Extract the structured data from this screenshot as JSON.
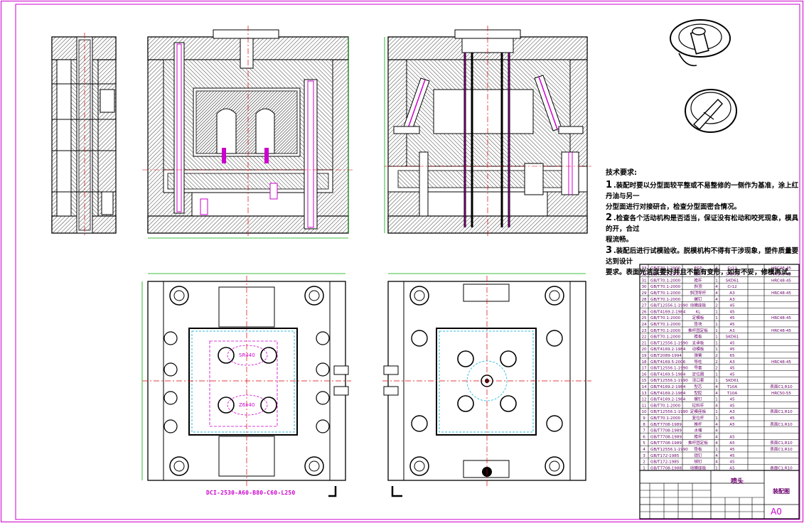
{
  "drawing": {
    "tech_title": "技术要求:",
    "notes": [
      {
        "num": "1",
        "text": ".装配时要以分型面较平整或不易整修的一侧作为基准，涂上红丹油与另一",
        "text2": "分型面进行对接研合，检查分型面密合情况。"
      },
      {
        "num": "2",
        "text": ".检查各个活动机构是否适当，保证没有松动和咬死现象，模具的开，合过",
        "text2": "程流畅。"
      },
      {
        "num": "3",
        "text": ".装配后进行试模验收。脱模机构不得有干涉现象，塑件质量要达到设计",
        "text2": "要求。表面光洁度要好并且不能有变形，如有不妥，修模再试。"
      }
    ],
    "mold_base_spec": "DCI-2530-A60-B80-C60-L250",
    "dim_labels": [
      "SR440",
      "Z6x40"
    ],
    "sheet_size": "A0",
    "drawing_name": "装配图",
    "part_name": "喷头"
  },
  "bom": {
    "rows": [
      {
        "no": "33",
        "std": "GB/T70.1-2000",
        "name": "EGP",
        "qty": "4",
        "mat": "Cr12",
        "note": "HRC48-45"
      },
      {
        "no": "32",
        "std": "GB/T70.1-2000",
        "name": "推杆",
        "qty": "1",
        "mat": "SKD61",
        "note": "HRC48-45"
      },
      {
        "no": "31",
        "std": "GB/T70.1-2000",
        "name": "推杆",
        "qty": "1",
        "mat": "SKD61",
        "note": "HRC48-45"
      },
      {
        "no": "30",
        "std": "GB/T70.1-2000",
        "name": "斜顶",
        "qty": "4",
        "mat": "Cr12",
        "note": ""
      },
      {
        "no": "29",
        "std": "GB/T70.1-2000",
        "name": "斜顶导杆",
        "qty": "4",
        "mat": "A3",
        "note": "HRC48-45"
      },
      {
        "no": "28",
        "std": "GB/T70.1-2000",
        "name": "螺钉",
        "qty": "4",
        "mat": "A3",
        "note": ""
      },
      {
        "no": "27",
        "std": "GB/T12556.1-1990",
        "name": "动模座板",
        "qty": "2",
        "mat": "45",
        "note": ""
      },
      {
        "no": "26",
        "std": "GB/T4169.2-1984",
        "name": "KL",
        "qty": "1",
        "mat": "45",
        "note": ""
      },
      {
        "no": "25",
        "std": "GB/T70.1-2000",
        "name": "定模板",
        "qty": "1",
        "mat": "45",
        "note": "HRC48-45"
      },
      {
        "no": "24",
        "std": "GB/T70.1-2000",
        "name": "垫块",
        "qty": "1",
        "mat": "45",
        "note": ""
      },
      {
        "no": "23",
        "std": "GB/T70.1-2000",
        "name": "推杆固定板",
        "qty": "1",
        "mat": "A3",
        "note": "HRC48-45"
      },
      {
        "no": "22",
        "std": "GB/T70.1-2000",
        "name": "推板",
        "qty": "1",
        "mat": "SKD61",
        "note": ""
      },
      {
        "no": "21",
        "std": "GB/T12556.1-1990",
        "name": "支承板",
        "qty": "1",
        "mat": "45",
        "note": ""
      },
      {
        "no": "20",
        "std": "GB/T4169.2-1984",
        "name": "动模板",
        "qty": "1",
        "mat": "45",
        "note": ""
      },
      {
        "no": "19",
        "std": "GB/T2089-1994",
        "name": "弹簧",
        "qty": "2",
        "mat": "65",
        "note": ""
      },
      {
        "no": "18",
        "std": "GB/T4169.5-2006",
        "name": "导柱",
        "qty": "2",
        "mat": "A3",
        "note": "HRC48-45"
      },
      {
        "no": "17",
        "std": "GB/T12556.1-1990",
        "name": "导套",
        "qty": "2",
        "mat": "45",
        "note": ""
      },
      {
        "no": "16",
        "std": "GB/T4169.5-1984",
        "name": "定位圈",
        "qty": "1",
        "mat": "45",
        "note": ""
      },
      {
        "no": "15",
        "std": "GB/T12556.1-1990",
        "name": "浇口套",
        "qty": "1",
        "mat": "SKD61",
        "note": ""
      },
      {
        "no": "14",
        "std": "GB/T4169.2-1984",
        "name": "型芯",
        "qty": "4",
        "mat": "T10A",
        "note": "表面C1,R10"
      },
      {
        "no": "13",
        "std": "GB/T4169.2-1984",
        "name": "型腔",
        "qty": "4",
        "mat": "T10A",
        "note": "HRC50-55"
      },
      {
        "no": "12",
        "std": "GB/T4169.2-1984",
        "name": "螺钉",
        "qty": "1",
        "mat": "45",
        "note": ""
      },
      {
        "no": "11",
        "std": "GB/T70.1-2000",
        "name": "拉料杆",
        "qty": "4",
        "mat": "45",
        "note": ""
      },
      {
        "no": "10",
        "std": "GB/T12556.1-1990",
        "name": "定模座板",
        "qty": "1",
        "mat": "A3",
        "note": "表面C1,R10"
      },
      {
        "no": "9",
        "std": "GB/T70.1-2000",
        "name": "复位杆",
        "qty": "1",
        "mat": "45",
        "note": ""
      },
      {
        "no": "8",
        "std": "GB/T7708-1989",
        "name": "推杆",
        "qty": "4",
        "mat": "A5",
        "note": "表面C1,R10"
      },
      {
        "no": "7",
        "std": "GB/T7708-1989",
        "name": "水嘴",
        "qty": "4",
        "mat": "",
        "note": ""
      },
      {
        "no": "6",
        "std": "GB/T7708-1989",
        "name": "推杆",
        "qty": "4",
        "mat": "A5",
        "note": ""
      },
      {
        "no": "5",
        "std": "GB/T7708-1989",
        "name": "推杆固定板",
        "qty": "4",
        "mat": "A5",
        "note": "表面C1,R10"
      },
      {
        "no": "4",
        "std": "GB/T12556.1-1990",
        "name": "垫板",
        "qty": "1",
        "mat": "45",
        "note": "表面C1,R10"
      },
      {
        "no": "3",
        "std": "GB/T172-1985",
        "name": "销钉",
        "qty": "4",
        "mat": "45",
        "note": ""
      },
      {
        "no": "2",
        "std": "GB/T172-1985",
        "name": "销钉",
        "qty": "4",
        "mat": "45",
        "note": ""
      },
      {
        "no": "1",
        "std": "GB/T7708-1988",
        "name": "动模座板",
        "qty": "1",
        "mat": "A5",
        "note": "表面C1,R10"
      }
    ]
  },
  "colors": {
    "line": "#000000",
    "center": "#dd0000",
    "dim": "#00aa00",
    "magenta": "#cc00cc",
    "cyan": "#33bbdd",
    "hatch": "#555555",
    "frame": "#cc00cc"
  }
}
